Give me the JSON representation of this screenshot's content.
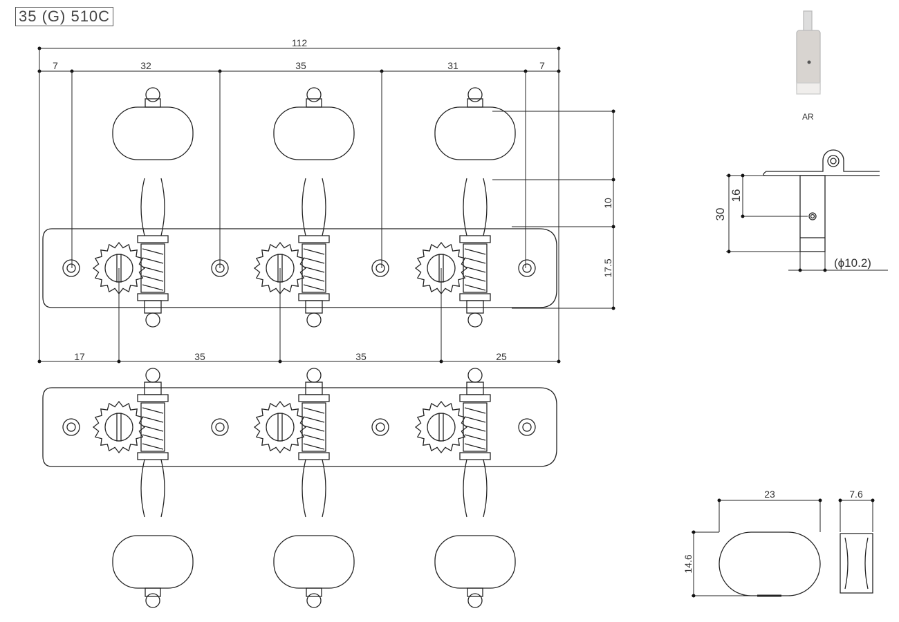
{
  "title": "35 (G) 510C",
  "ar_label": "AR",
  "dims": {
    "overall": "112",
    "top": [
      "7",
      "32",
      "35",
      "31",
      "7"
    ],
    "bottom": [
      "17",
      "35",
      "35",
      "25"
    ],
    "right": [
      "10",
      "17.5"
    ],
    "side_view": {
      "height": "30",
      "hole": "16",
      "diameter": "(ϕ10.2)"
    },
    "knob": {
      "width": "23",
      "height": "14.6",
      "depth": "7.6"
    }
  }
}
